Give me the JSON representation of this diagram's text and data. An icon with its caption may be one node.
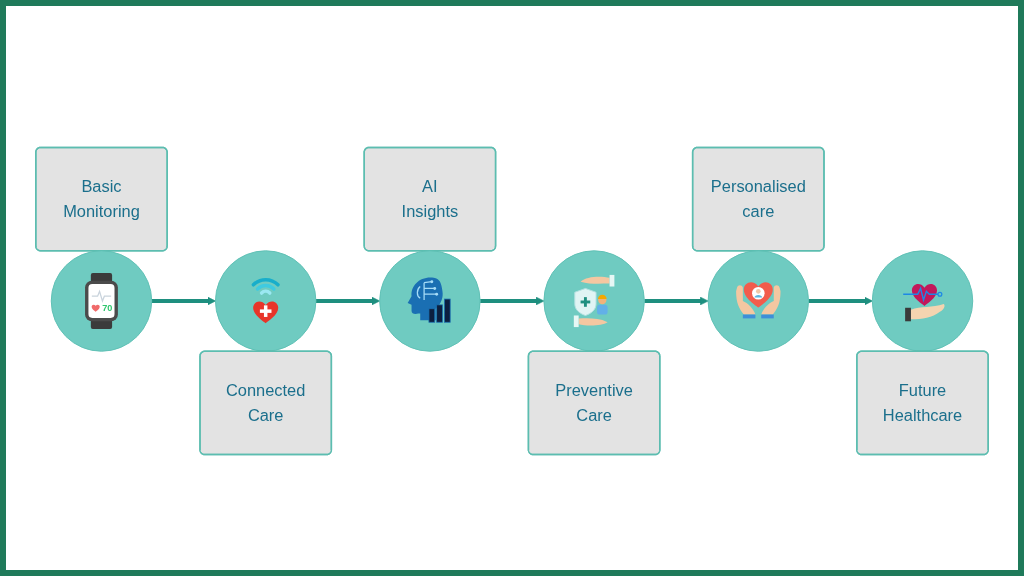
{
  "diagram": {
    "nodes": [
      {
        "text": [
          "Basic Monitoring"
        ]
      },
      {
        "text": [],
        "shape": "circle"
      },
      {
        "text": [],
        "shape": "circle"
      },
      {
        "text": [
          "Connected Care"
        ]
      },
      {
        "text": [
          "AI Insights"
        ]
      },
      {
        "text": [],
        "shape": "circle"
      },
      {
        "text": [],
        "shape": "circle"
      },
      {
        "text": [
          "Preventive Care"
        ]
      },
      {
        "text": [
          "Personalised care"
        ]
      },
      {
        "text": [],
        "shape": "circle"
      },
      {
        "text": [],
        "shape": "circle"
      },
      {
        "text": [
          "Future Healthcare"
        ]
      }
    ],
    "edges": [
      {
        "from": 1,
        "to": 2,
        "arrow": "to"
      },
      {
        "from": 2,
        "to": 5,
        "arrow": "to"
      },
      {
        "from": 5,
        "to": 6,
        "arrow": "to"
      },
      {
        "from": 6,
        "to": 9,
        "arrow": "to"
      },
      {
        "from": 9,
        "to": 10,
        "arrow": "to"
      }
    ],
    "labels": [
      "70"
    ]
  }
}
